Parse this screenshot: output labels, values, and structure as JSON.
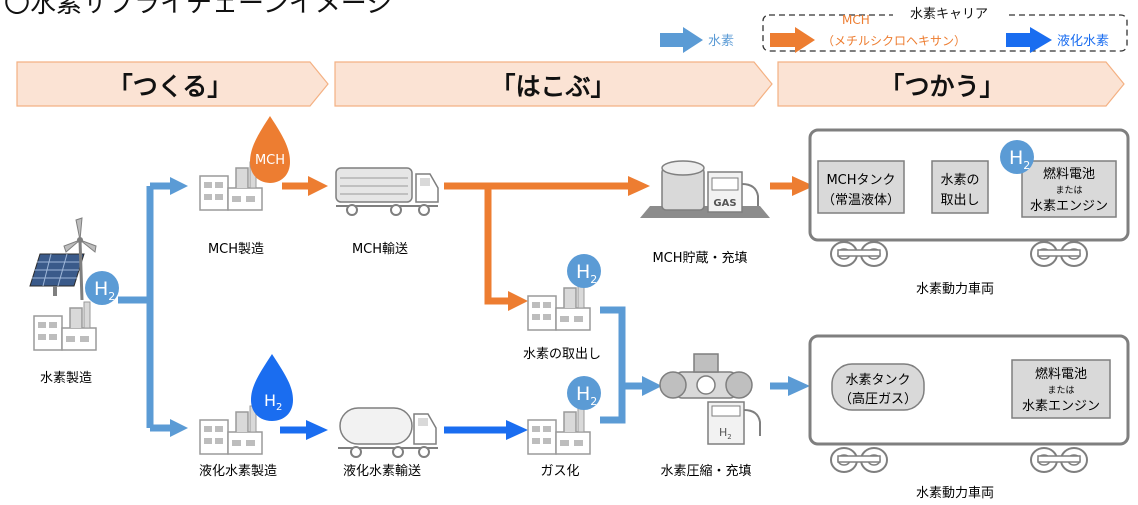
{
  "title": "〇水素サプライチェーンイメージ",
  "legend": {
    "hydrogen": "水素",
    "carrier_title": "水素キャリア",
    "mch_line1": "MCH",
    "mch_line2": "（メチルシクロヘキサン）",
    "liquid": "液化水素"
  },
  "stages": {
    "make": "「つくる」",
    "carry": "「はこぶ」",
    "use": "「つかう」"
  },
  "labels": {
    "h2_production": "水素製造",
    "mch_production": "MCH製造",
    "mch_transport": "MCH輸送",
    "mch_storage": "MCH貯蔵・充填",
    "lh2_production": "液化水素製造",
    "lh2_transport": "液化水素輸送",
    "gasification": "ガス化",
    "extraction": "水素の取出し",
    "compression": "水素圧縮・充填",
    "vehicle_top": "水素動力車両",
    "vehicle_bottom": "水素動力車両"
  },
  "badges": {
    "mch": "MCH",
    "h": "H",
    "sub2": "2"
  },
  "station_text": {
    "gas": "GAS",
    "h": "H",
    "sub2": "2"
  },
  "vehicle_top": {
    "tank_line1": "MCHタンク",
    "tank_line2": "（常温液体）",
    "extract_line1": "水素の",
    "extract_line2": "取出し",
    "fc_line1": "燃料電池",
    "fc_line2": "または",
    "fc_line3": "水素エンジン"
  },
  "vehicle_bottom": {
    "tank_line1": "水素タンク",
    "tank_line2": "（高圧ガス）",
    "fc_line1": "燃料電池",
    "fc_line2": "または",
    "fc_line3": "水素エンジン"
  },
  "colors": {
    "hydrogen_arrow": "#5b9bd5",
    "mch_arrow": "#ed7d31",
    "liquid_arrow": "#1a6df0",
    "stage_fill": "#fbe3d4",
    "stage_stroke": "#f4b183",
    "h2_badge": "#5b9bd5",
    "vehicle_box": "#d0d0d0"
  }
}
